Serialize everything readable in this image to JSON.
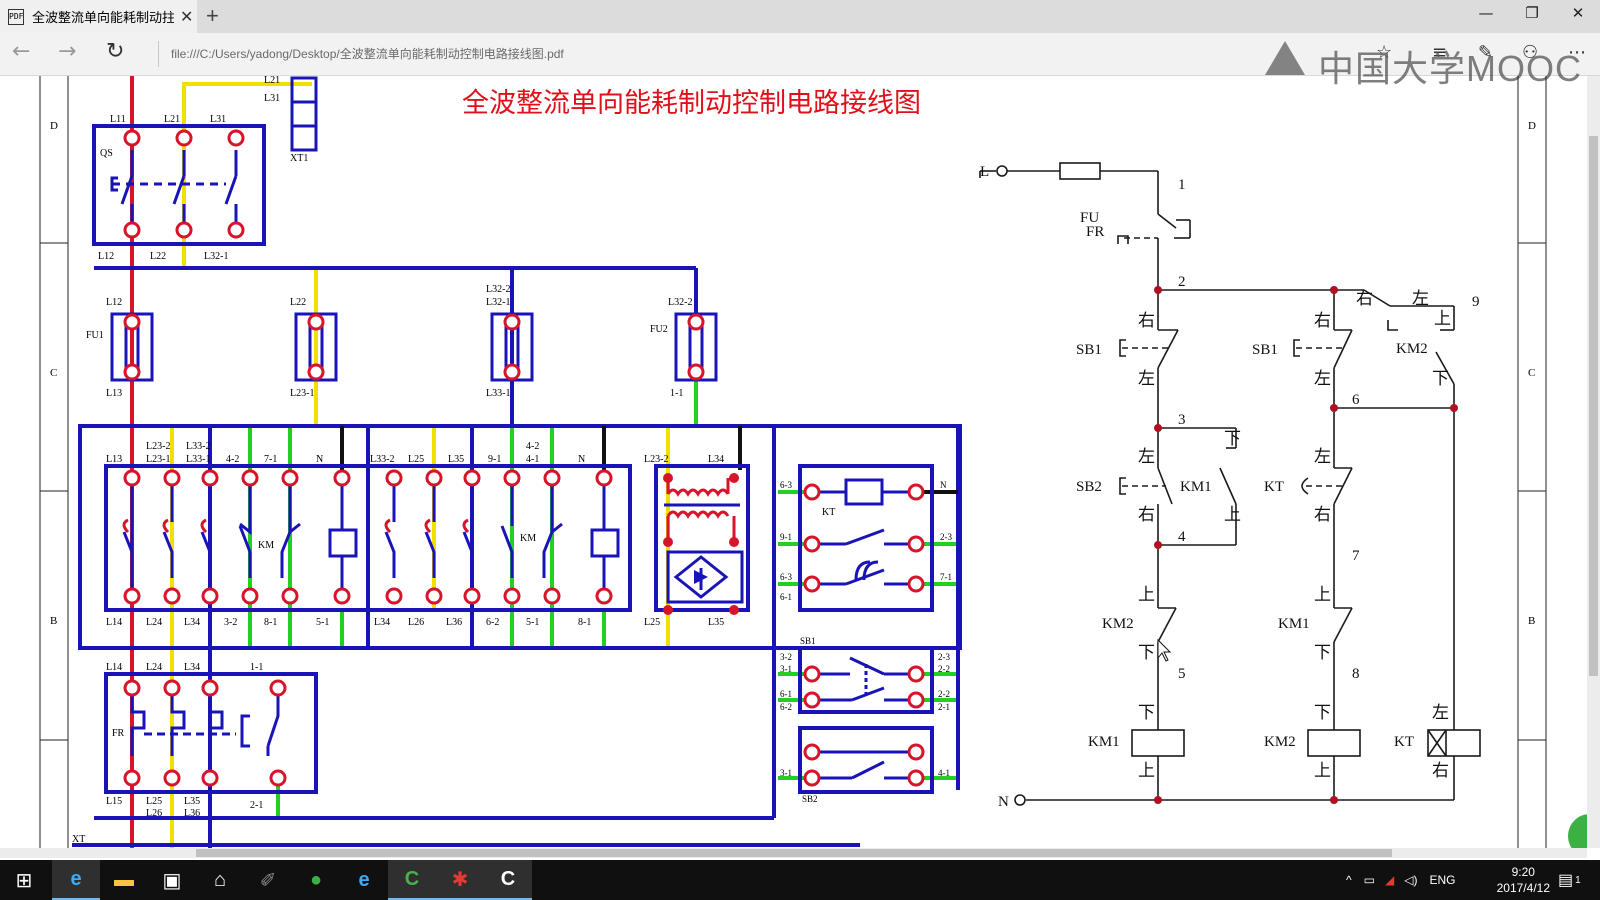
{
  "browser": {
    "tab_title": "全波整流单向能耗制动拄",
    "tab_icon": "PDF",
    "address": "file:///C:/Users/yadong/Desktop/全波整流单向能耗制动控制电路接线图.pdf",
    "watermark": "中国大学MOOC"
  },
  "document": {
    "title": "全波整流单向能耗制动控制电路接线图",
    "frame_rows": [
      "D",
      "C",
      "B"
    ],
    "wiring": {
      "top_terminals": [
        "L21",
        "L31"
      ],
      "xt1": "XT1",
      "qs": {
        "label": "QS",
        "top": [
          "L11",
          "L21",
          "L31"
        ],
        "bottom": [
          "L12",
          "L22",
          "L32-1"
        ]
      },
      "fuse_top": [
        "L12",
        "L22",
        "L32-2",
        "L32-1",
        "L32-2"
      ],
      "fuse_labels": [
        "FU1",
        "FU2"
      ],
      "fuse_bottom": [
        "L13",
        "L23-1",
        "L33-1",
        "1-1"
      ],
      "contactor1_top": [
        "L13",
        "L23-2",
        "L23-1",
        "L33-2",
        "L33-1",
        "4-2",
        "7-1",
        "N"
      ],
      "contactor1_bottom": [
        "L14",
        "L24",
        "L34",
        "3-2",
        "8-1",
        "5-1"
      ],
      "contactor2_top": [
        "L33-2",
        "L25",
        "L35",
        "9-1",
        "4-2",
        "4-1",
        "N"
      ],
      "contactor2_bottom": [
        "L34",
        "L26",
        "L36",
        "6-2",
        "5-1",
        "8-1"
      ],
      "km_label": "KM",
      "rect_top": [
        "L23-2",
        "L34"
      ],
      "rect_bottom": [
        "L25",
        "L35"
      ],
      "kt": {
        "label": "KT",
        "left": [
          "6-3",
          "9-1",
          "6-3",
          "6-1"
        ],
        "right": [
          "N",
          "2-3",
          "7-1"
        ]
      },
      "sb1": {
        "label": "SB1",
        "left": [
          "3-2",
          "3-1",
          "6-1",
          "6-2"
        ],
        "right": [
          "2-3",
          "2-2",
          "2-2",
          "2-1"
        ]
      },
      "sb2": {
        "label": "SB2",
        "left": [
          "3-1"
        ],
        "right": [
          "4-1"
        ]
      },
      "fr": {
        "label": "FR",
        "top": [
          "L14",
          "L24",
          "L34",
          "1-1"
        ],
        "bottom": [
          "L15",
          "L25",
          "L26",
          "L35",
          "L36",
          "2-1"
        ]
      },
      "xt": "XT"
    },
    "schematic": {
      "fu": "FU",
      "fr": "FR",
      "nodes": [
        "1",
        "2",
        "3",
        "4",
        "5",
        "6",
        "7",
        "8",
        "9"
      ],
      "sb1_a": "SB1",
      "sb1_b": "SB1",
      "sb2": "SB2",
      "km1_contact": "KM1",
      "km2_contact": "KM2",
      "kt_contact": "KT",
      "km2_nc": "KM2",
      "km1_nc": "KM1",
      "coil_km1": "KM1",
      "coil_km2": "KM2",
      "coil_kt": "KT",
      "you": "右",
      "zuo": "左",
      "shang": "上",
      "xia": "下",
      "L": "L",
      "N": "N"
    }
  },
  "taskbar": {
    "lang": "ENG",
    "time": "9:20",
    "date": "2017/4/12",
    "notif_count": "1"
  },
  "colors": {
    "wire_blue": "#1a14b8",
    "wire_red": "#d8142a",
    "wire_yellow": "#f0e000",
    "wire_green": "#22d022",
    "title_red": "#e0101a",
    "schematic_node": "#b01020"
  }
}
